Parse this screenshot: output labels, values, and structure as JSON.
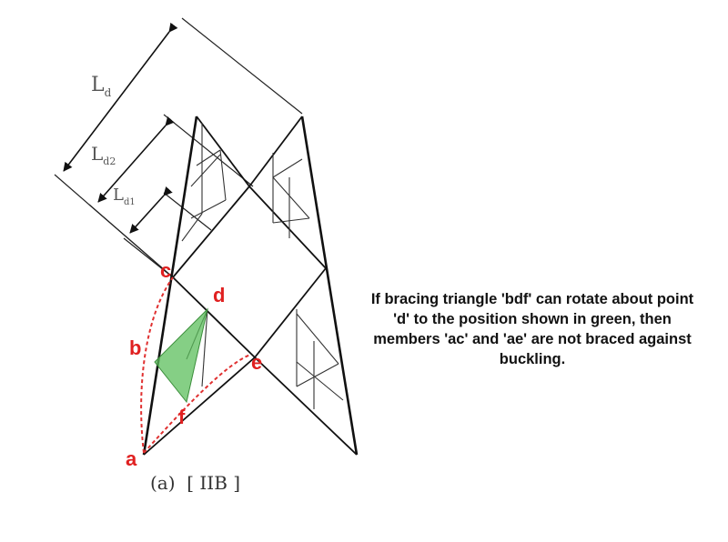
{
  "labels": {
    "Ld": "L",
    "Ld_sub": "d",
    "Ld2": "L",
    "Ld2_sub": "d2",
    "Ld1": "L",
    "Ld1_sub": "d1",
    "a": "a",
    "b": "b",
    "c": "c",
    "d": "d",
    "e": "e",
    "f": "f"
  },
  "caption": "(a)  [ IIB ]",
  "note": "If bracing triangle 'bdf' can rotate about point 'd' to the position shown in green, then members 'ac' and 'ae' are not braced against buckling.",
  "colors": {
    "frame": "#111111",
    "brace": "#333333",
    "point_label": "#e02020",
    "green_fill": "#5cbf5c",
    "dashed_curve": "#e03030"
  }
}
